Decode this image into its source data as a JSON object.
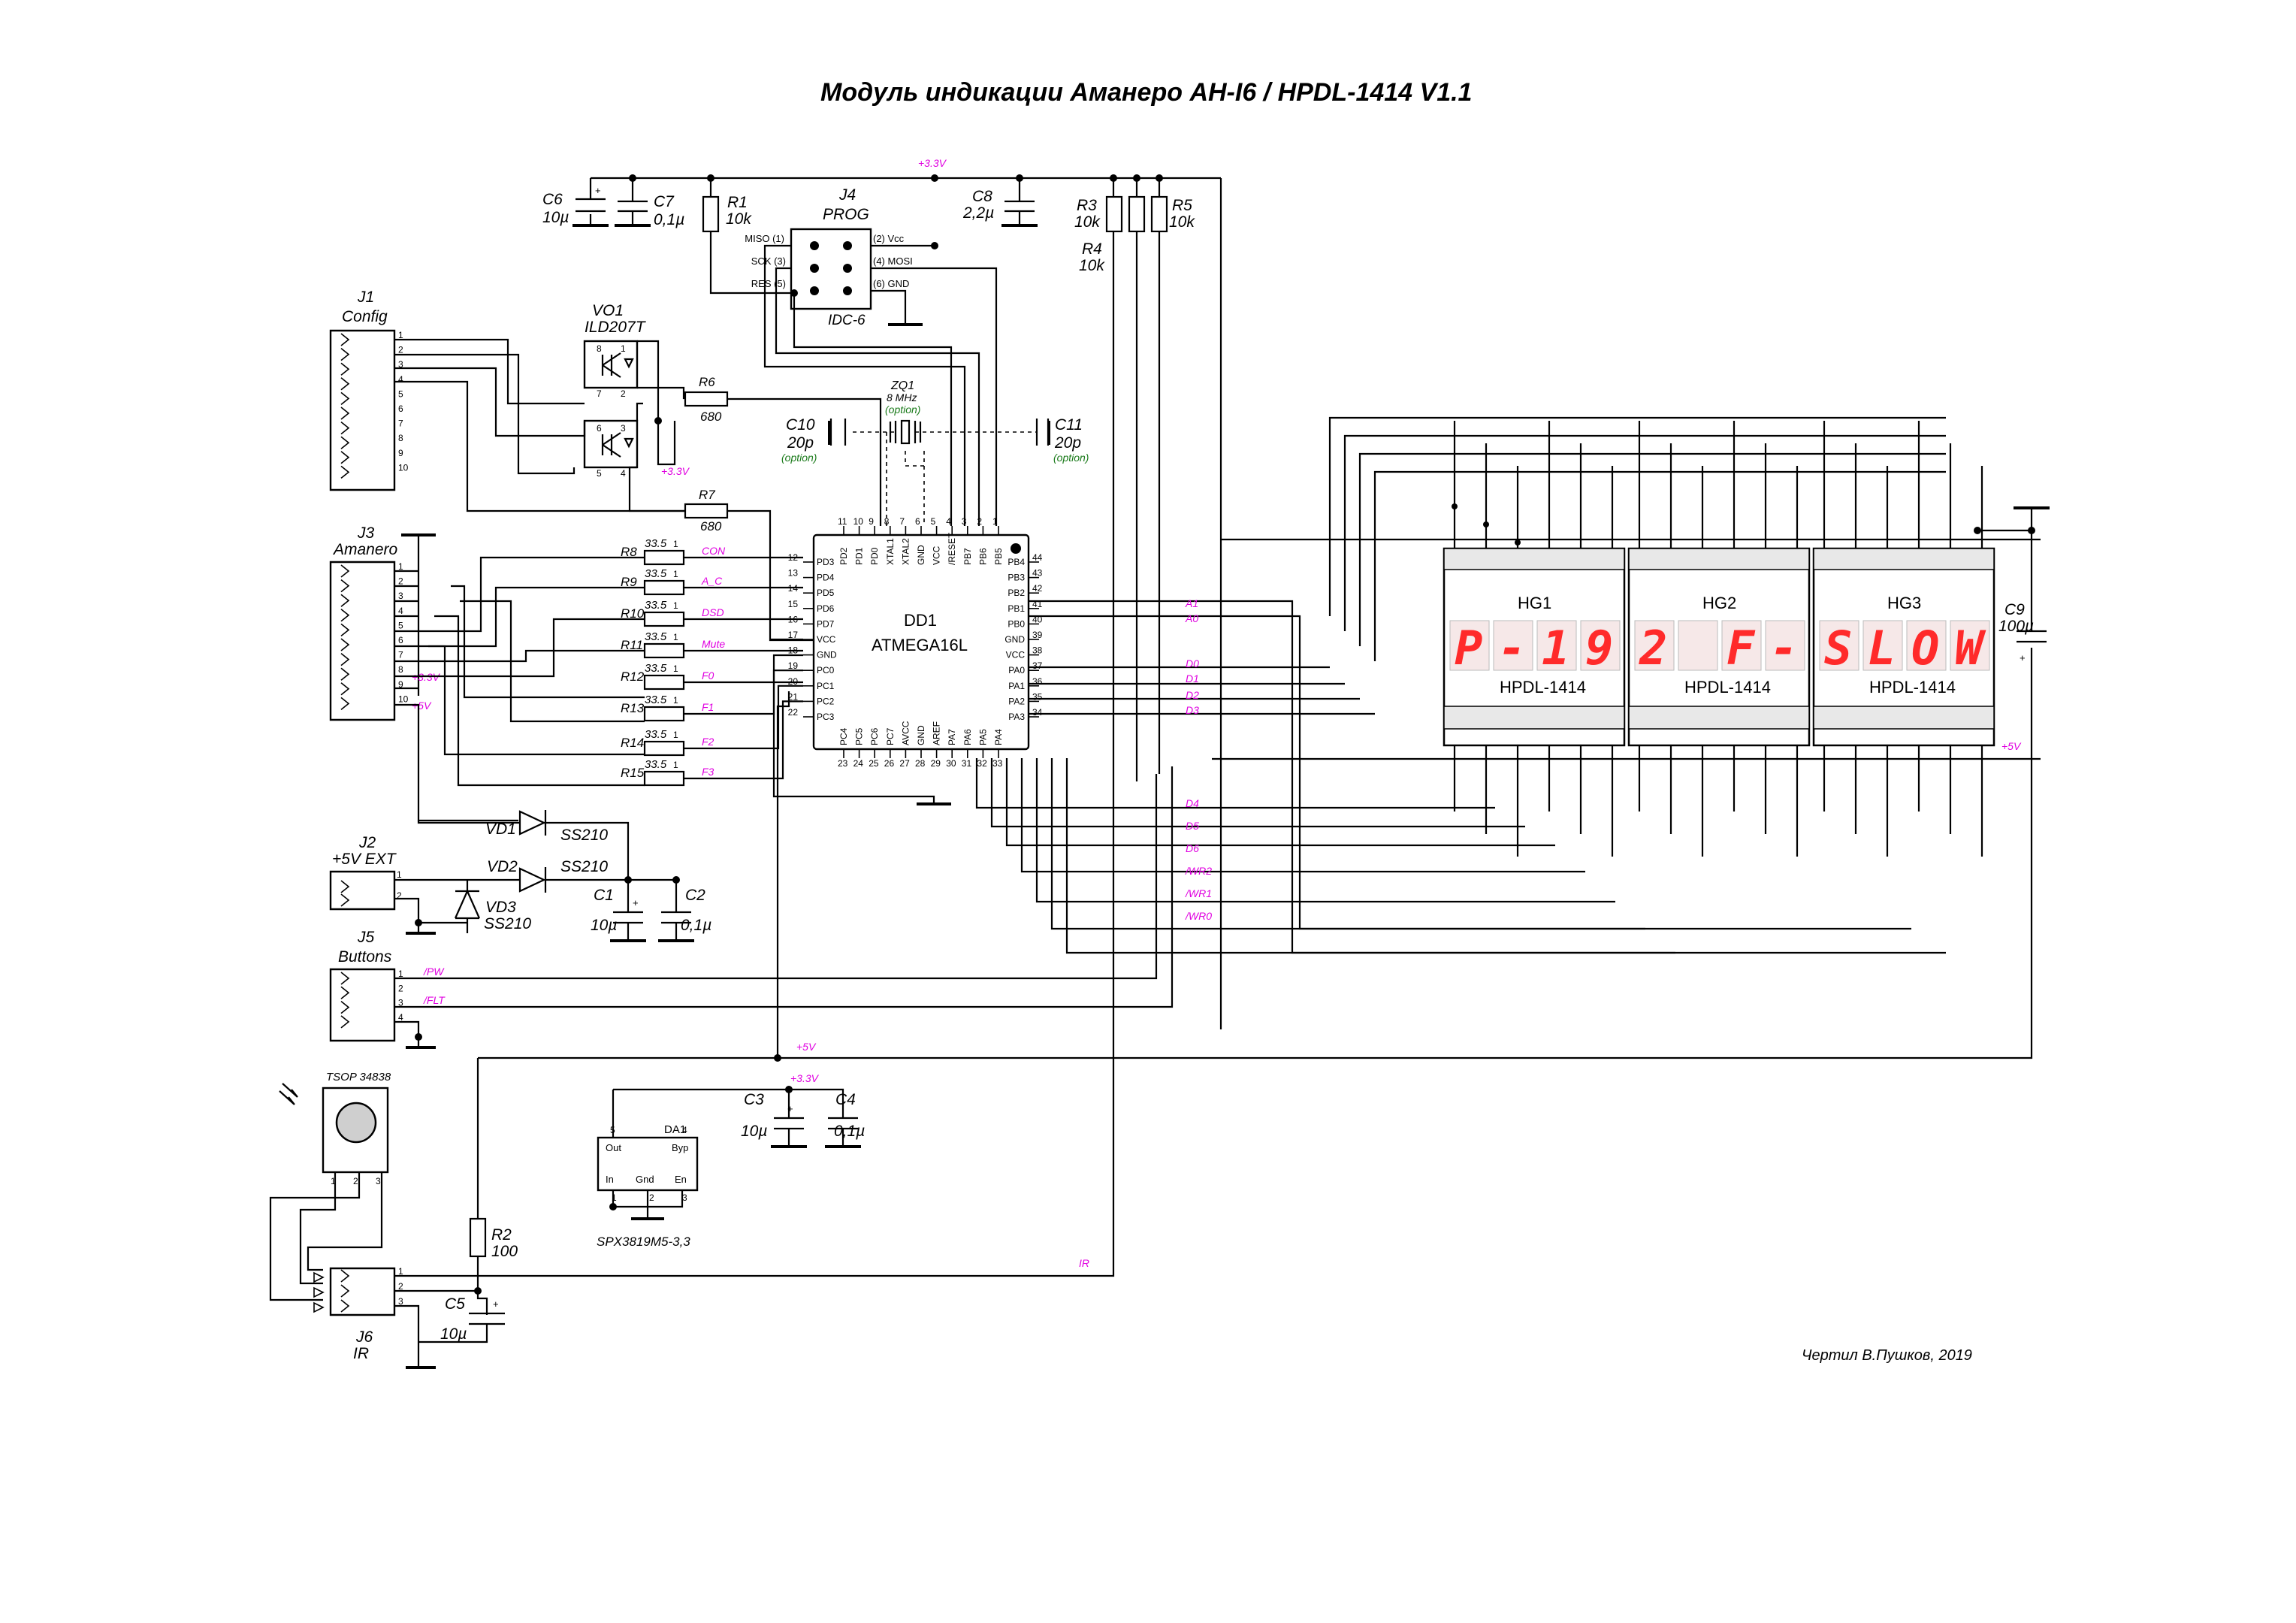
{
  "title": "Модуль индикации Аманеро АН-I6 / HPDL-1414   V1.1",
  "signature": "Чертил В.Пушков, 2019",
  "nets": {
    "v33_top": "+3.3V",
    "v33_mid": "+3.3V",
    "v33_j3": "+3.3V",
    "v33_reg": "+3.3V",
    "v5_j3": "+5V",
    "v5_bus": "+5V",
    "v5_disp": "+5V"
  },
  "caps": {
    "c6": {
      "name": "C6",
      "value": "10µ"
    },
    "c7": {
      "name": "C7",
      "value": "0,1µ"
    },
    "c8": {
      "name": "C8",
      "value": "2,2µ"
    },
    "c9": {
      "name": "C9",
      "value": "100µ"
    },
    "c10": {
      "name": "C10",
      "value": "20p",
      "note": "(option)"
    },
    "c11": {
      "name": "C11",
      "value": "20p",
      "note": "(option)"
    },
    "c1": {
      "name": "C1",
      "value": "10µ"
    },
    "c2": {
      "name": "C2",
      "value": "0,1µ"
    },
    "c3": {
      "name": "C3",
      "value": "10µ"
    },
    "c4": {
      "name": "C4",
      "value": "0,1µ"
    },
    "c5": {
      "name": "C5",
      "value": "10µ"
    }
  },
  "resistors": {
    "r1": {
      "name": "R1",
      "value": "10k"
    },
    "r3": {
      "name": "R3",
      "value": "10k"
    },
    "r4": {
      "name": "R4",
      "value": "10k"
    },
    "r5": {
      "name": "R5",
      "value": "10k"
    },
    "r6": {
      "name": "R6",
      "value": "680"
    },
    "r7": {
      "name": "R7",
      "value": "680"
    },
    "r2": {
      "name": "R2",
      "value": "100"
    },
    "series": [
      {
        "name": "R8",
        "value": "33.5",
        "pin": "1",
        "net": "CON"
      },
      {
        "name": "R9",
        "value": "33.5",
        "pin": "1",
        "net": "A_C"
      },
      {
        "name": "R10",
        "value": "33.5",
        "pin": "1",
        "net": "DSD"
      },
      {
        "name": "R11",
        "value": "33.5",
        "pin": "1",
        "net": "Mute"
      },
      {
        "name": "R12",
        "value": "33.5",
        "pin": "1",
        "net": "F0"
      },
      {
        "name": "R13",
        "value": "33.5",
        "pin": "1",
        "net": "F1"
      },
      {
        "name": "R14",
        "value": "33.5",
        "pin": "1",
        "net": "F2"
      },
      {
        "name": "R15",
        "value": "33.5",
        "pin": "1",
        "net": "F3"
      }
    ]
  },
  "prog": {
    "name": "J4",
    "label": "PROG",
    "type": "IDC-6",
    "pins_left": [
      "MISO (1)",
      "SCK (3)",
      "RES (5)"
    ],
    "pins_right": [
      "(2) Vcc",
      "(4) MOSI",
      "(6) GND"
    ]
  },
  "j1": {
    "name": "J1",
    "label": "Config",
    "pins": [
      "1",
      "2",
      "3",
      "4",
      "5",
      "6",
      "7",
      "8",
      "9",
      "10"
    ]
  },
  "j3": {
    "name": "J3",
    "label": "Amanero",
    "pins": [
      "1",
      "2",
      "3",
      "4",
      "5",
      "6",
      "7",
      "8",
      "9",
      "10"
    ]
  },
  "j2": {
    "name": "J2",
    "label": "+5V EXT"
  },
  "j5": {
    "name": "J5",
    "label": "Buttons",
    "pins": [
      "1",
      "2",
      "3",
      "4"
    ],
    "nets": [
      "/PW",
      "/FLT"
    ]
  },
  "j6": {
    "name": "J6",
    "label": "IR",
    "pins": [
      "1",
      "2",
      "3"
    ]
  },
  "vo1": {
    "name": "VO1",
    "part": "ILD207T",
    "pins": [
      "8",
      "1",
      "7",
      "2",
      "6",
      "3",
      "5",
      "4"
    ]
  },
  "zq1": {
    "name": "ZQ1",
    "freq": "8 MHz",
    "note": "(option)"
  },
  "diodes": {
    "vd1": {
      "name": "VD1",
      "part": "SS210"
    },
    "vd2": {
      "name": "VD2",
      "part": "SS210"
    },
    "vd3": {
      "name": "VD3",
      "part": "SS210"
    }
  },
  "mcu": {
    "ref": "DD1",
    "part": "ATMEGA16L",
    "top_pins": [
      {
        "num": "11",
        "name": "PD2"
      },
      {
        "num": "10",
        "name": "PD1"
      },
      {
        "num": "9",
        "name": "PD0"
      },
      {
        "num": "8",
        "name": "XTAL1"
      },
      {
        "num": "7",
        "name": "XTAL2"
      },
      {
        "num": "6",
        "name": "GND"
      },
      {
        "num": "5",
        "name": "VCC"
      },
      {
        "num": "4",
        "name": "/RESET"
      },
      {
        "num": "3",
        "name": "PB7"
      },
      {
        "num": "2",
        "name": "PB6"
      },
      {
        "num": "1",
        "name": "PB5"
      }
    ],
    "left_pins": [
      {
        "num": "12",
        "name": "PD3"
      },
      {
        "num": "13",
        "name": "PD4"
      },
      {
        "num": "14",
        "name": "PD5"
      },
      {
        "num": "15",
        "name": "PD6"
      },
      {
        "num": "16",
        "name": "PD7"
      },
      {
        "num": "17",
        "name": "VCC"
      },
      {
        "num": "18",
        "name": "GND"
      },
      {
        "num": "19",
        "name": "PC0"
      },
      {
        "num": "20",
        "name": "PC1"
      },
      {
        "num": "21",
        "name": "PC2"
      },
      {
        "num": "22",
        "name": "PC3"
      }
    ],
    "right_pins": [
      {
        "num": "44",
        "name": "PB4"
      },
      {
        "num": "43",
        "name": "PB3"
      },
      {
        "num": "42",
        "name": "PB2"
      },
      {
        "num": "41",
        "name": "PB1"
      },
      {
        "num": "40",
        "name": "PB0"
      },
      {
        "num": "39",
        "name": "GND"
      },
      {
        "num": "38",
        "name": "VCC"
      },
      {
        "num": "37",
        "name": "PA0"
      },
      {
        "num": "36",
        "name": "PA1"
      },
      {
        "num": "35",
        "name": "PA2"
      },
      {
        "num": "34",
        "name": "PA3"
      }
    ],
    "bottom_pins": [
      {
        "num": "23",
        "name": "PC4"
      },
      {
        "num": "24",
        "name": "PC5"
      },
      {
        "num": "25",
        "name": "PC6"
      },
      {
        "num": "26",
        "name": "PC7"
      },
      {
        "num": "27",
        "name": "AVCC"
      },
      {
        "num": "28",
        "name": "GND"
      },
      {
        "num": "29",
        "name": "AREF"
      },
      {
        "num": "30",
        "name": "PA7"
      },
      {
        "num": "31",
        "name": "PA6"
      },
      {
        "num": "32",
        "name": "PA5"
      },
      {
        "num": "33",
        "name": "PA4"
      }
    ]
  },
  "bus_labels": [
    "A1",
    "A0",
    "D0",
    "D1",
    "D2",
    "D3",
    "D4",
    "D5",
    "D6",
    "/WR2",
    "/WR1",
    "/WR0",
    "IR"
  ],
  "displays": [
    {
      "ref": "HG1",
      "part": "HPDL-1414",
      "chars": [
        "P",
        "-",
        "1",
        "9"
      ]
    },
    {
      "ref": "HG2",
      "part": "HPDL-1414",
      "chars": [
        "2",
        "",
        "F",
        "-"
      ]
    },
    {
      "ref": "HG3",
      "part": "HPDL-1414",
      "chars": [
        "S",
        "L",
        "O",
        "W"
      ]
    }
  ],
  "ir": {
    "part": "TSOP 34838",
    "pins": [
      "1",
      "2",
      "3"
    ]
  },
  "reg": {
    "ref": "DA1",
    "part": "SPX3819M5-3,3",
    "pins": {
      "out": "Out",
      "byp": "Byp",
      "in": "In",
      "gnd": "Gnd",
      "en": "En"
    },
    "nums": [
      "5",
      "4",
      "1",
      "2",
      "3"
    ]
  }
}
